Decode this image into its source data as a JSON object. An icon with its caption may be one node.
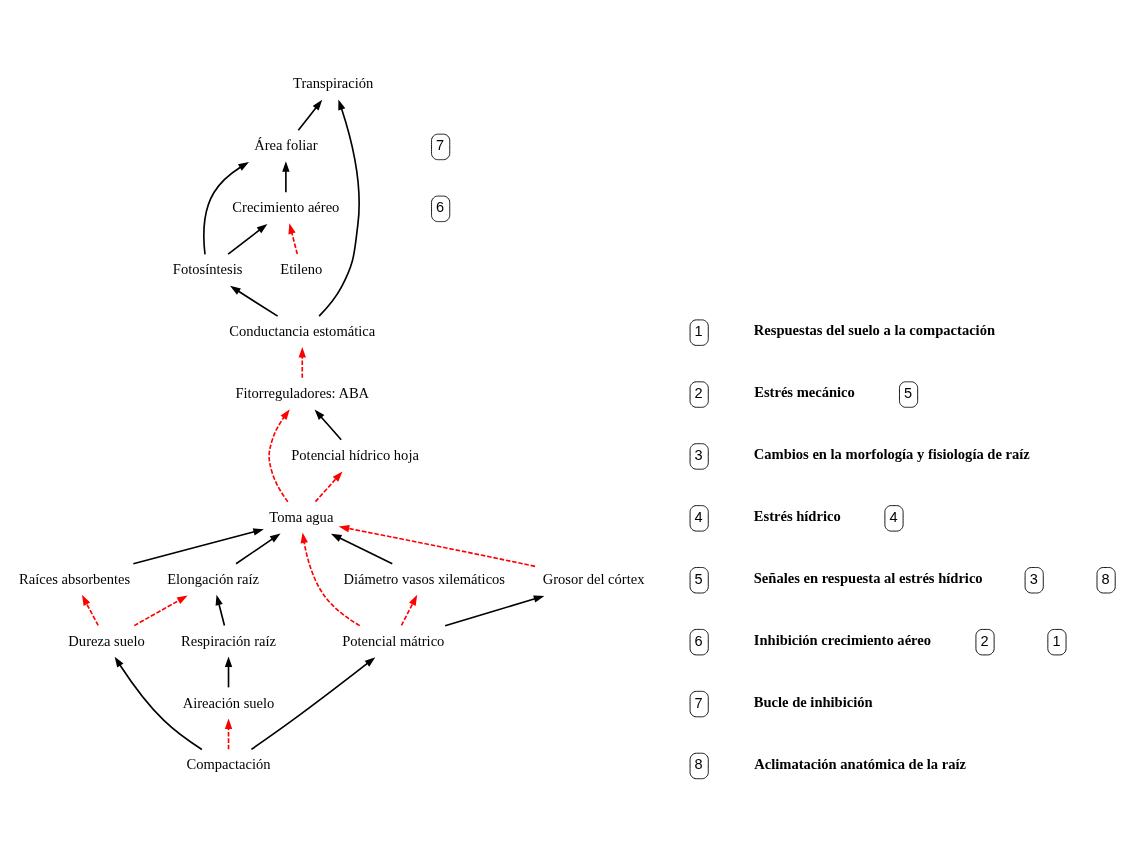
{
  "diagram": {
    "nodes": [
      {
        "text": [
          "Compactación"
        ]
      },
      {
        "text": [
          "Dureza suelo"
        ]
      },
      {
        "text": [
          "Aireación suelo"
        ]
      },
      {
        "text": [
          "Potencial mátrico"
        ]
      },
      {
        "text": [
          "Raíces absorbentes"
        ]
      },
      {
        "text": [
          "Elongación raíz"
        ]
      },
      {
        "text": [
          "Respiración raíz"
        ]
      },
      {
        "text": [
          "Toma agua"
        ]
      },
      {
        "text": [
          "Diámetro vasos xilemáticos"
        ]
      },
      {
        "text": [
          "Grosor del córtex"
        ]
      },
      {
        "text": [
          "Fitorreguladores: ABA"
        ]
      },
      {
        "text": [
          "Etileno"
        ]
      },
      {
        "text": [
          "Potencial hídrico hoja"
        ]
      },
      {
        "text": [
          "Conductancia estomática"
        ]
      },
      {
        "text": [
          "Fotosíntesis"
        ]
      },
      {
        "text": [
          "Transpiración"
        ]
      },
      {
        "text": [
          "Área foliar"
        ]
      },
      {
        "text": [
          "Crecimiento aéreo"
        ]
      }
    ],
    "edges": [
      {
        "from": 0,
        "to": 1,
        "arrow": "to"
      },
      {
        "from": 0,
        "to": 2,
        "arrow": "to",
        "style": "dashed",
        "color": "#ff0000"
      },
      {
        "from": 0,
        "to": 3,
        "arrow": "to"
      },
      {
        "from": 1,
        "to": 4,
        "arrow": "to",
        "style": "dashed",
        "color": "#ff0000"
      },
      {
        "from": 1,
        "to": 5,
        "arrow": "to",
        "style": "dashed",
        "color": "#ff0000"
      },
      {
        "from": 2,
        "to": 6,
        "arrow": "to"
      },
      {
        "from": 6,
        "to": 5,
        "arrow": "to"
      },
      {
        "from": 4,
        "to": 7,
        "arrow": "to"
      },
      {
        "from": 5,
        "to": 7,
        "arrow": "to"
      },
      {
        "from": 3,
        "to": 7,
        "arrow": "to",
        "style": "dashed",
        "color": "#ff0000"
      },
      {
        "from": 3,
        "to": 8,
        "arrow": "to",
        "style": "dashed",
        "color": "#ff0000"
      },
      {
        "from": 3,
        "to": 9,
        "arrow": "to"
      },
      {
        "from": 9,
        "to": 7,
        "arrow": "to",
        "style": "dashed",
        "color": "#ff0000"
      },
      {
        "from": 8,
        "to": 7,
        "arrow": "to"
      },
      {
        "from": 7,
        "to": 10,
        "arrow": "to",
        "style": "dashed",
        "color": "#ff0000"
      },
      {
        "from": 7,
        "to": 12,
        "arrow": "to",
        "style": "dashed",
        "color": "#ff0000"
      },
      {
        "from": 12,
        "to": 10,
        "arrow": "to"
      },
      {
        "from": 10,
        "to": 13,
        "arrow": "to",
        "style": "dashed",
        "color": "#ff0000"
      },
      {
        "from": 11,
        "to": 17,
        "arrow": "to",
        "style": "dashed",
        "color": "#ff0000"
      },
      {
        "from": 13,
        "to": 15,
        "arrow": "to"
      },
      {
        "from": 13,
        "to": 14,
        "arrow": "to"
      },
      {
        "from": 14,
        "to": 17,
        "arrow": "to"
      },
      {
        "from": 14,
        "to": 16,
        "arrow": "to"
      },
      {
        "from": 17,
        "to": 16,
        "arrow": "to"
      },
      {
        "from": 16,
        "to": 15,
        "arrow": "to"
      }
    ],
    "labels": [
      "1",
      "Respuestas del suelo a la compactación",
      "2",
      "Estrés mecánico",
      "3",
      "Cambios en la morfología y fisiología de raíz",
      "4",
      "Estrés hídrico",
      "5",
      "Señales en respuesta al estrés hídrico",
      "6",
      "Inhibición crecimiento aéreo",
      "7",
      "Bucle de inhibición",
      "8",
      "Aclimatación anatómica de la raíz",
      "7",
      "5",
      "6",
      "3",
      "4",
      "8",
      "2",
      "1"
    ]
  }
}
